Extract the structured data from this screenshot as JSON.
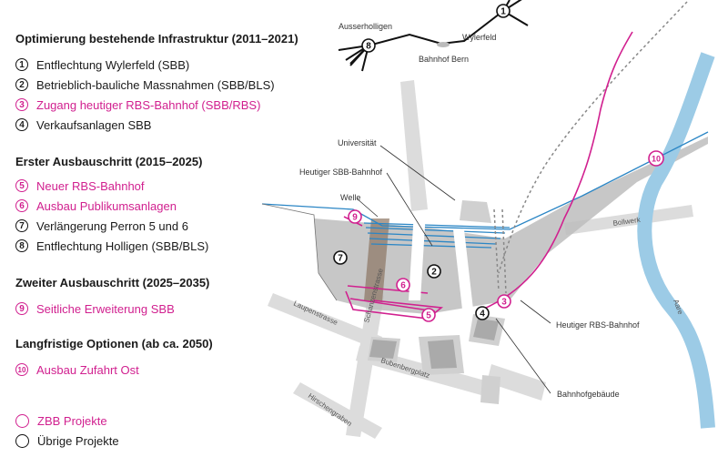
{
  "sections": [
    {
      "title": "Optimierung bestehende Infrastruktur (2011–2021)",
      "items": [
        {
          "num": "1",
          "label": "Entflechtung Wylerfeld (SBB)",
          "zbb": false
        },
        {
          "num": "2",
          "label": "Betrieblich-bauliche Massnahmen (SBB/BLS)",
          "zbb": false
        },
        {
          "num": "3",
          "label": "Zugang heutiger RBS-Bahnhof (SBB/RBS)",
          "zbb": true
        },
        {
          "num": "4",
          "label": "Verkaufsanlagen SBB",
          "zbb": false
        }
      ]
    },
    {
      "title": "Erster Ausbauschritt (2015–2025)",
      "items": [
        {
          "num": "5",
          "label": "Neuer RBS-Bahnhof",
          "zbb": true
        },
        {
          "num": "6",
          "label": "Ausbau Publikumsanlagen",
          "zbb": true
        },
        {
          "num": "7",
          "label": "Verlängerung Perron 5 und 6",
          "zbb": false
        },
        {
          "num": "8",
          "label": "Entflechtung Holligen (SBB/BLS)",
          "zbb": false
        }
      ]
    },
    {
      "title": "Zweiter Ausbauschritt (2025–2035)",
      "items": [
        {
          "num": "9",
          "label": "Seitliche Erweiterung SBB",
          "zbb": true
        }
      ]
    },
    {
      "title": "Langfristige Optionen (ab ca. 2050)",
      "items": [
        {
          "num": "10",
          "label": "Ausbau Zufahrt Ost",
          "zbb": true
        }
      ]
    }
  ],
  "key": {
    "zbb": "ZBB Projekte",
    "other": "Übrige Projekte"
  },
  "colors": {
    "zbb": "#d1208f",
    "other": "#111111",
    "river": "#9ccbe6",
    "track": "#2b86c5",
    "street": "#d9d9d9",
    "station": "#b8b8b8"
  },
  "inset": {
    "ausserholligen": "Ausserholligen",
    "bern": "Bahnhof Bern",
    "wylerfeld": "Wylerfeld"
  },
  "labels": {
    "universitaet": "Universität",
    "sbb_bahnhof": "Heutiger SBB-Bahnhof",
    "welle": "Welle",
    "bollwerk": "Bollwerk",
    "aare": "Aare",
    "laupenstrasse": "Laupenstrasse",
    "schanzenstrasse": "Schanzenstrasse",
    "bubenbergplatz": "Bubenbergplatz",
    "hirschengraben": "Hirschengraben",
    "rbs_bahnhof": "Heutiger RBS-Bahnhof",
    "bahnhofgebaeude": "Bahnhofgebäude"
  },
  "markers": {
    "m1": "1",
    "m2": "2",
    "m3": "3",
    "m4": "4",
    "m5": "5",
    "m6": "6",
    "m7": "7",
    "m8": "8",
    "m9": "9",
    "m10": "10"
  }
}
